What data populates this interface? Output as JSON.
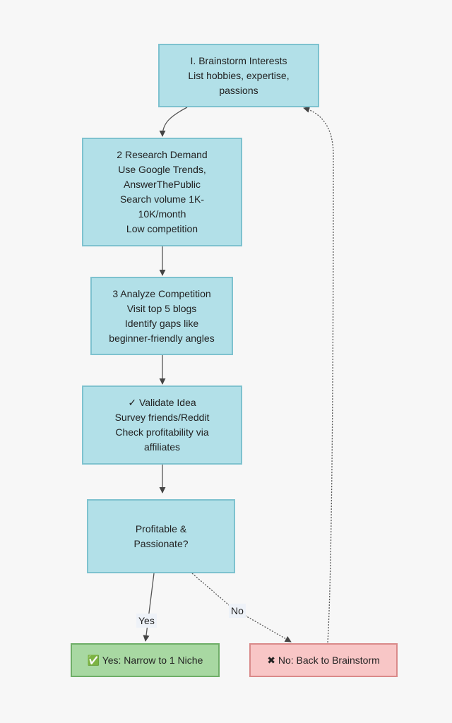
{
  "nodes": {
    "brainstorm": {
      "lines": [
        "I. Brainstorm Interests",
        "List hobbies, expertise,",
        "passions"
      ]
    },
    "research": {
      "lines": [
        "2 Research Demand",
        "Use Google Trends,",
        "AnswerThePublic",
        "Search volume 1K-",
        "10K/month",
        "Low competition"
      ]
    },
    "analyze": {
      "lines": [
        "3 Analyze Competition",
        "Visit top 5 blogs",
        "Identify gaps like",
        "beginner-friendly angles"
      ]
    },
    "validate": {
      "lines": [
        "✓ Validate Idea",
        "Survey friends/Reddit",
        "Check profitability via",
        "affiliates"
      ]
    },
    "decision": {
      "lines": [
        "Profitable &",
        "Passionate?"
      ]
    },
    "yes_result": {
      "lines": [
        "✅ Yes: Narrow to 1 Niche"
      ]
    },
    "no_result": {
      "lines": [
        "✖ No: Back to Brainstorm"
      ]
    }
  },
  "edge_labels": {
    "yes": "Yes",
    "no": "No"
  },
  "colors": {
    "process_fill": "#b2e0e8",
    "process_border": "#7ec2cf",
    "yes_fill": "#a8d8a2",
    "no_fill": "#f8c6c6",
    "edge": "#555555"
  }
}
